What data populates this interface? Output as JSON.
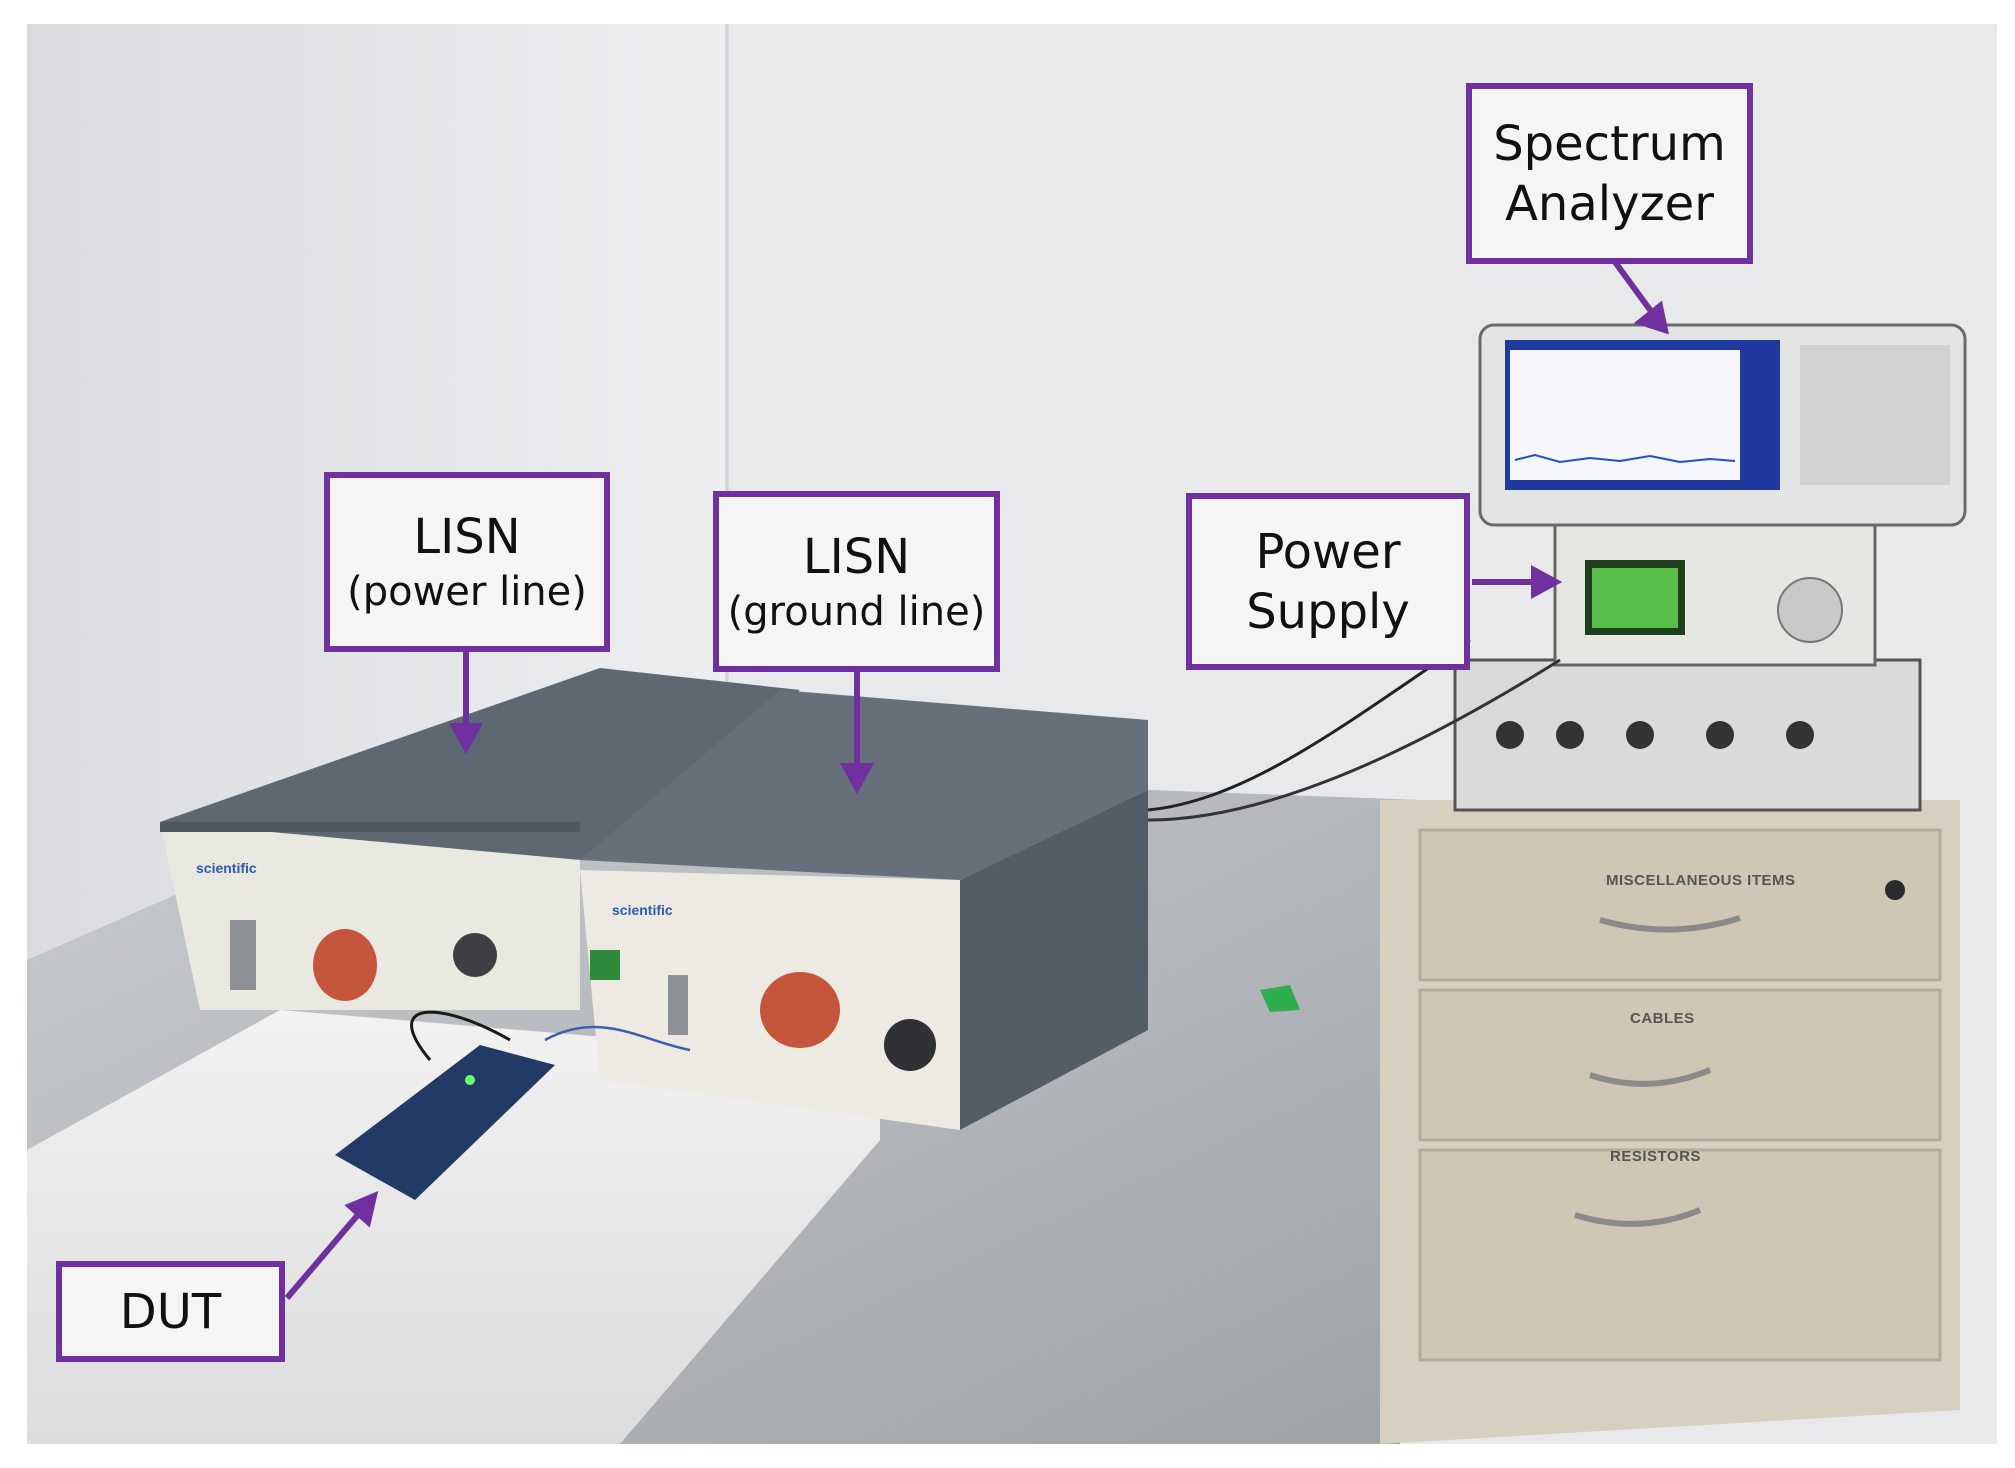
{
  "labels": {
    "spectrum_analyzer": {
      "line1": "Spectrum",
      "line2": "Analyzer"
    },
    "lisn_power": {
      "line1": "LISN",
      "line2": "(power line)"
    },
    "lisn_ground": {
      "line1": "LISN",
      "line2": "(ground line)"
    },
    "power_supply": {
      "line1": "Power",
      "line2": "Supply"
    },
    "dut": {
      "text": "DUT"
    }
  },
  "device_text": {
    "lisn_brand": "scientific",
    "drawer_top": "MISCELLANEOUS ITEMS",
    "drawer_mid": "CABLES",
    "drawer_bottom": "RESISTORS"
  },
  "colors": {
    "annotation": "#7030a0",
    "wall": "#e6e7e9",
    "table": "#b9bcbf",
    "lisn_body": "#5d6872",
    "cabinet": "#d7cfbf"
  }
}
